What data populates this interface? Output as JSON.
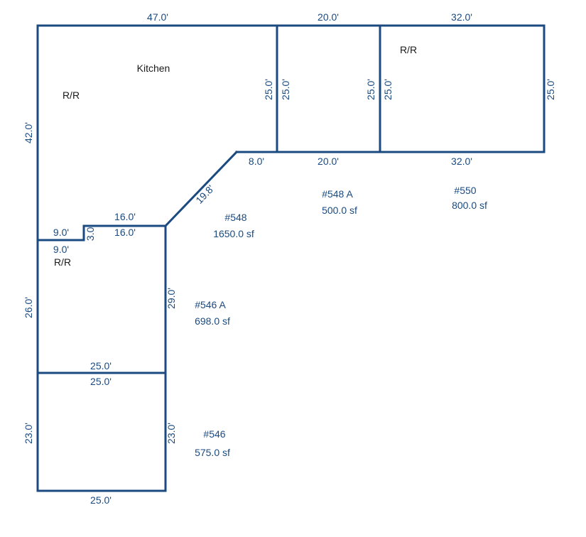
{
  "units": [
    {
      "id": "548",
      "name": "#548",
      "area": "1650.0 sf"
    },
    {
      "id": "548a",
      "name": "#548 A",
      "area": "500.0 sf"
    },
    {
      "id": "550",
      "name": "#550",
      "area": "800.0 sf"
    },
    {
      "id": "546a",
      "name": "#546 A",
      "area": "698.0 sf"
    },
    {
      "id": "546",
      "name": "#546",
      "area": "575.0 sf"
    }
  ],
  "room_labels": {
    "kitchen": "Kitchen",
    "rr_main": "R/R",
    "rr_550": "R/R",
    "rr_546a": "R/R"
  },
  "dimensions": {
    "top_548": "47.0'",
    "top_548a": "20.0'",
    "top_550": "32.0'",
    "left_548": "42.0'",
    "inner_548_right": "25.0'",
    "inner_548a_left": "25.0'",
    "inner_548a_right": "25.0'",
    "inner_550_left": "25.0'",
    "right_550": "25.0'",
    "ledge_548": "8.0'",
    "bottom_548a": "20.0'",
    "bottom_550": "32.0'",
    "diagonal": "19.8'",
    "step_top": "16.0'",
    "step_bottom": "16.0'",
    "notch_left_top": "9.0'",
    "notch_left_bottom": "9.0'",
    "notch_vertical": "3.0'",
    "left_546a": "26.0'",
    "right_546a": "29.0'",
    "mid_top": "25.0'",
    "mid_bottom": "25.0'",
    "left_546": "23.0'",
    "right_546": "23.0'",
    "bottom_546": "25.0'"
  },
  "colors": {
    "wall": "#1a4a80",
    "text": "#1a4a80",
    "room_text": "#1a1a1a"
  }
}
